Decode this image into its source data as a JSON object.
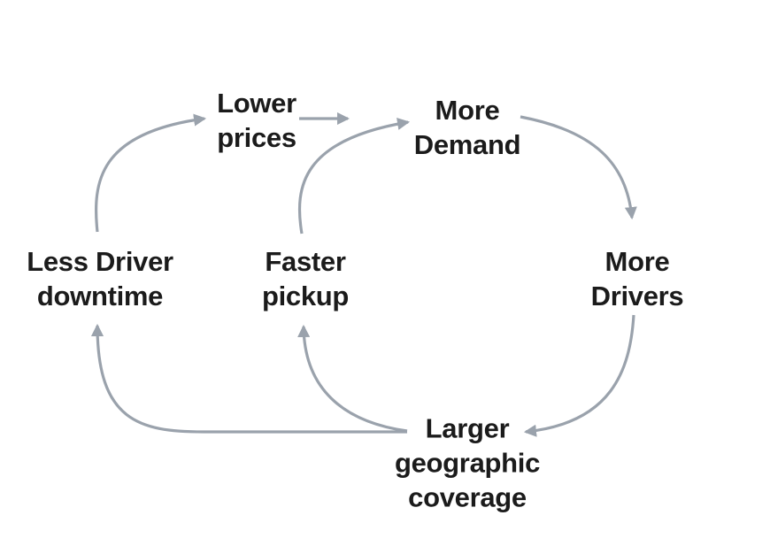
{
  "diagram": {
    "type": "causal-loop-flywheel",
    "background_color": "#ffffff",
    "arrow_color": "#9aa2ac",
    "text_color": "#1b1b1b",
    "nodes": {
      "lower_prices": {
        "label": "Lower\nprices"
      },
      "more_demand": {
        "label": "More\nDemand"
      },
      "less_driver_downtime": {
        "label": "Less Driver\ndowntime"
      },
      "faster_pickup": {
        "label": "Faster\npickup"
      },
      "more_drivers": {
        "label": "More\nDrivers"
      },
      "larger_geographic_coverage": {
        "label": "Larger\ngeographic\ncoverage"
      }
    },
    "edges": [
      {
        "from": "less_driver_downtime",
        "to": "lower_prices"
      },
      {
        "from": "lower_prices",
        "to": "more_demand"
      },
      {
        "from": "faster_pickup",
        "to": "more_demand"
      },
      {
        "from": "more_demand",
        "to": "more_drivers"
      },
      {
        "from": "more_drivers",
        "to": "larger_geographic_coverage"
      },
      {
        "from": "larger_geographic_coverage",
        "to": "faster_pickup"
      },
      {
        "from": "larger_geographic_coverage",
        "to": "less_driver_downtime"
      }
    ]
  }
}
